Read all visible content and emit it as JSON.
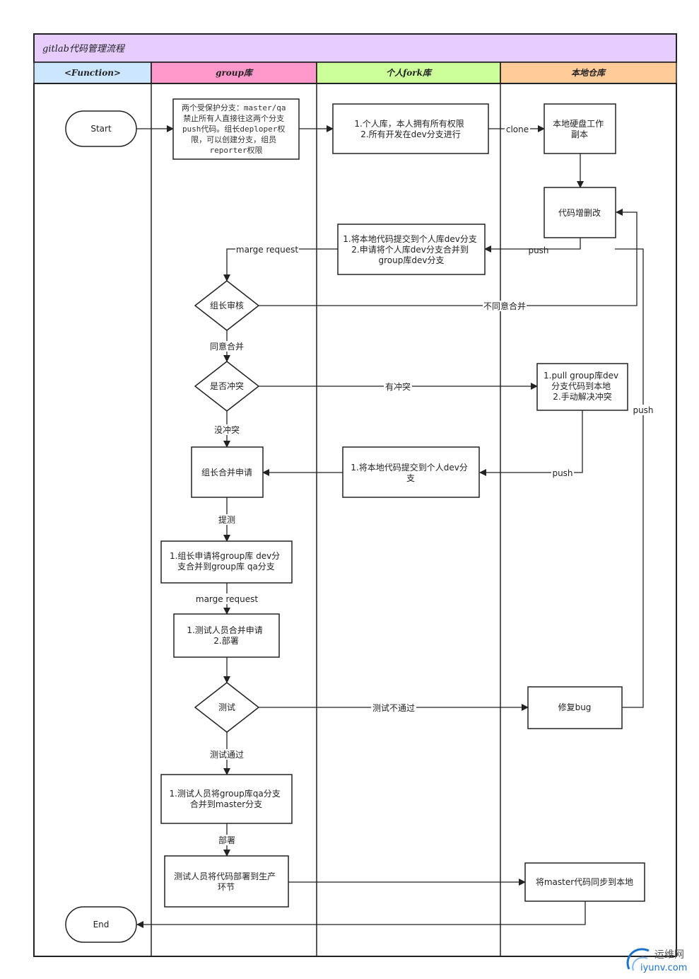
{
  "title": "gitlab代码管理流程",
  "lanes": [
    "<Function>",
    "group库",
    "个人fork库",
    "本地仓库"
  ],
  "colors": {
    "title_bg": "#e6ccff",
    "lane_function": "#cce6ff",
    "lane_group": "#ff99cc",
    "lane_fork": "#ccff99",
    "lane_local": "#ffcc99",
    "stroke": "#222222"
  },
  "nodes": {
    "start": "Start",
    "end": "End",
    "protect": [
      "两个受保护分支：master/qa",
      "禁止所有人直接往这两个分支",
      "push代码。组长deploper权",
      "限，可以创建分支，组员",
      "reporter权限"
    ],
    "fork_repo": [
      "1.个人库，本人拥有所有权限",
      "2.所有开发在dev分支进行"
    ],
    "local_copy": [
      "本地硬盘工作",
      "副本"
    ],
    "code_edit": [
      "代码增删改"
    ],
    "submit_mr": [
      "1.将本地代码提交到个人库dev分支",
      "2.申请将个人库dev分支合并到",
      "group库dev分支"
    ],
    "review": [
      "组长审核"
    ],
    "conflict": [
      "是否冲突"
    ],
    "pull_fix": [
      "1.pull group库dev",
      "分支代码到本地",
      "2.手动解决冲突"
    ],
    "submit_dev": [
      "1.将本地代码提交到个人dev分",
      "支"
    ],
    "leader_merge": [
      "组长合并申请"
    ],
    "to_qa": [
      "1.组长申请将group库 dev分",
      "支合并到group库 qa分支"
    ],
    "tester_deploy": [
      "1.测试人员合并申请",
      "2.部署"
    ],
    "test": [
      "测试"
    ],
    "fix_bug": [
      "修复bug"
    ],
    "to_master": [
      "1.测试人员将group库qa分支",
      "合并到master分支"
    ],
    "prod_deploy": [
      "测试人员将代码部署到生产",
      "环节"
    ],
    "sync_master": [
      "将master代码同步到本地"
    ]
  },
  "edge_labels": {
    "clone": "clone",
    "push_1": "push",
    "marge_request_1": "marge request",
    "reject": "不同意合并",
    "agree": "同意合并",
    "has_conflict": "有冲突",
    "no_conflict": "没冲突",
    "push_2": "push",
    "push_3": "push",
    "mention_test": "提测",
    "marge_request_2": "marge request",
    "test_fail": "测试不通过",
    "test_pass": "测试通过",
    "deploy": "部署"
  },
  "watermark": {
    "line1": "运维网",
    "line2": "iyunv.com"
  }
}
